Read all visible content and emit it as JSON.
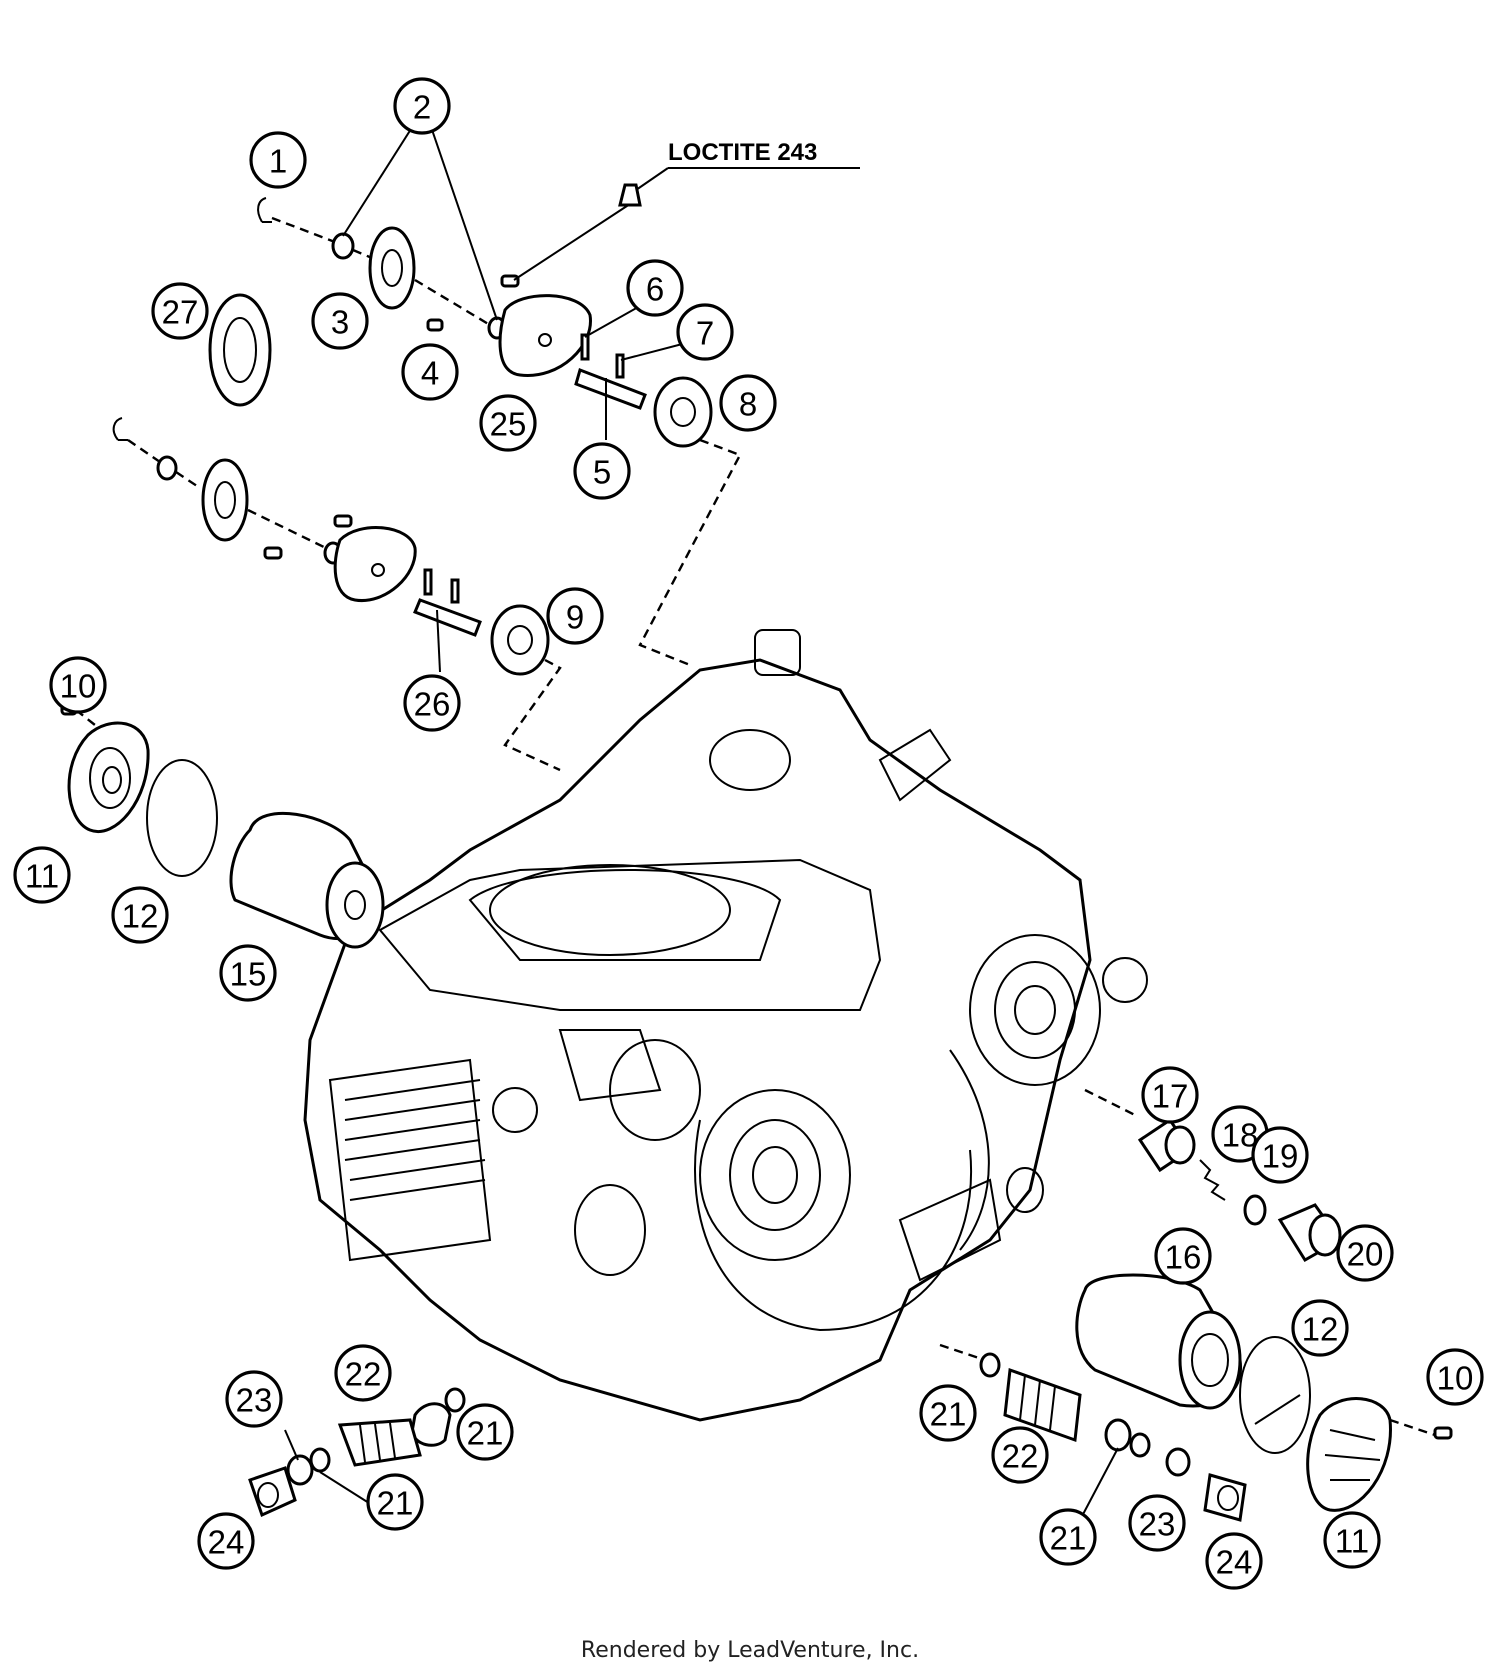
{
  "diagram": {
    "note_label": "LOCTITE 243",
    "footer": "Rendered by LeadVenture, Inc."
  },
  "callouts": [
    "1",
    "2",
    "3",
    "4",
    "5",
    "6",
    "7",
    "8",
    "9",
    "10",
    "11",
    "12",
    "15",
    "16",
    "17",
    "18",
    "19",
    "20",
    "21",
    "22",
    "23",
    "24",
    "25",
    "26",
    "27"
  ]
}
